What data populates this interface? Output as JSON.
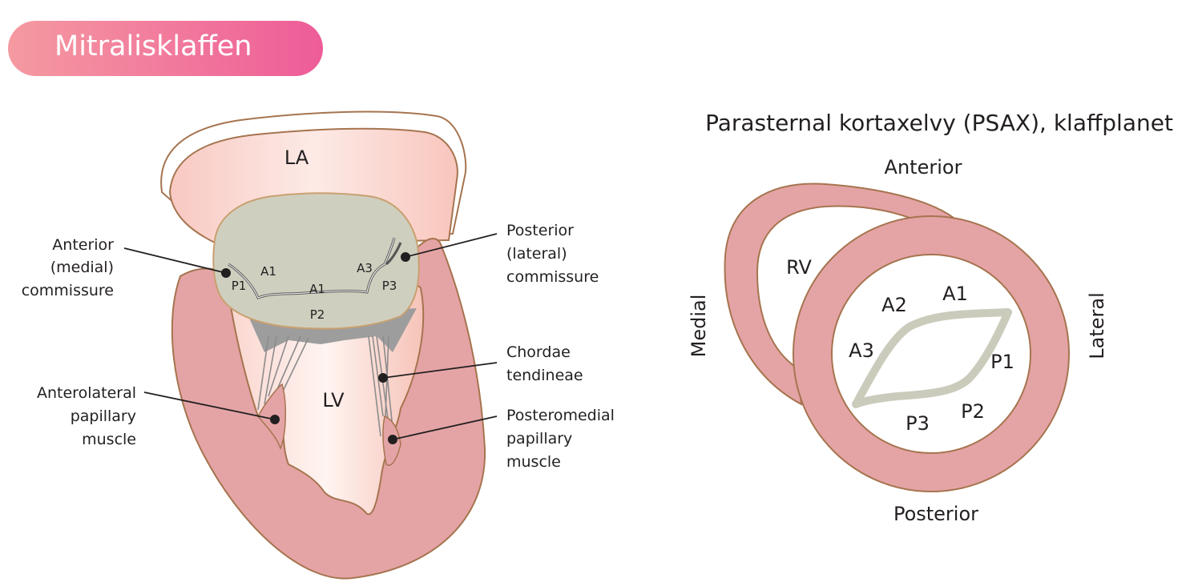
{
  "header": {
    "title": "Mitralisklaffen"
  },
  "left_diagram": {
    "chambers": {
      "la": "LA",
      "lv": "LV"
    },
    "scallops": {
      "a1_left": "A1",
      "a1_center": "A1",
      "a3": "A3",
      "p1": "P1",
      "p2": "P2",
      "p3": "P3"
    },
    "callouts": {
      "anterior_commissure": [
        "Anterior",
        "(medial)",
        "commissure"
      ],
      "posterior_commissure": [
        "Posterior",
        "(lateral)",
        "commissure"
      ],
      "chordae": [
        "Chordae",
        "tendineae"
      ],
      "anterolateral": [
        "Anterolateral",
        "papillary",
        "muscle"
      ],
      "posteromedial": [
        "Posteromedial",
        "papillary",
        "muscle"
      ]
    }
  },
  "right_diagram": {
    "title": "Parasternal kortaxelvy (PSAX), klaffplanet",
    "orientation": {
      "top": "Anterior",
      "bottom": "Posterior",
      "left": "Medial",
      "right": "Lateral"
    },
    "rv": "RV",
    "scallops": {
      "a1": "A1",
      "a2": "A2",
      "a3": "A3",
      "p1": "P1",
      "p2": "P2",
      "p3": "P3"
    }
  },
  "colors": {
    "title_gradient_start": "#f59aa1",
    "title_gradient_end": "#ee5c98",
    "muscle": "#e4a4a5",
    "outline": "#a6744f",
    "atrium_fill": "#fde3de",
    "valve_fill": "#cfcfbf",
    "chordae": "#8c8c8c",
    "leaflet_line": "#cbcbbc"
  }
}
